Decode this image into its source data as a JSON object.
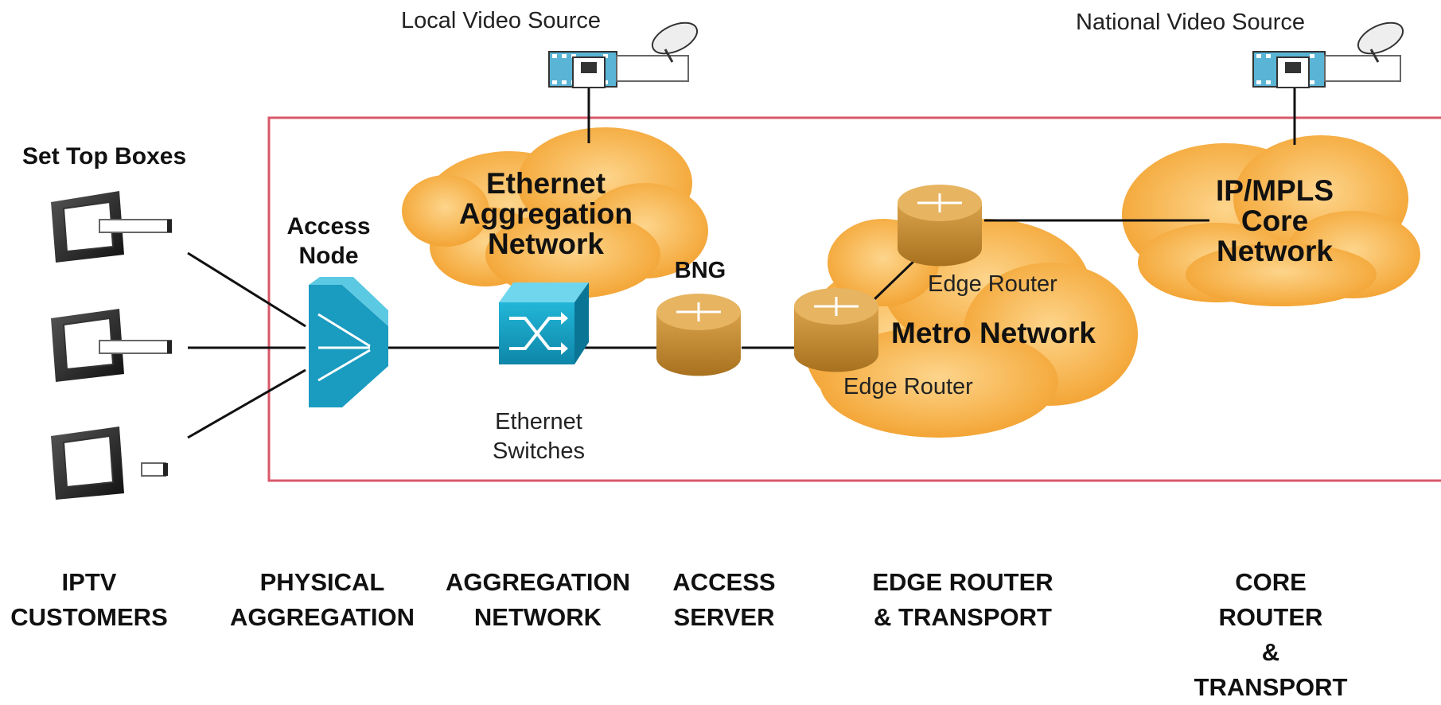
{
  "sources": {
    "local": "Local Video Source",
    "national": "National Video Source"
  },
  "customers": {
    "title": "Set Top Boxes"
  },
  "nodes": {
    "access_node": [
      "Access",
      "Node"
    ],
    "ethernet_switches": [
      "Ethernet",
      "Switches"
    ],
    "bng": "BNG",
    "edge_router_top": "Edge Router",
    "edge_router_bottom": "Edge Router"
  },
  "clouds": {
    "ethernet_aggregation": [
      "Ethernet",
      "Aggregation",
      "Network"
    ],
    "metro": "Metro Network",
    "core": [
      "IP/MPLS",
      "Core",
      "Network"
    ]
  },
  "tiers": [
    [
      "IPTV",
      "CUSTOMERS"
    ],
    [
      "PHYSICAL",
      "AGGREGATION"
    ],
    [
      "AGGREGATION",
      "NETWORK"
    ],
    [
      "ACCESS",
      "SERVER"
    ],
    [
      "EDGE ROUTER",
      "& TRANSPORT"
    ],
    [
      "CORE ROUTER",
      "& TRANSPORT"
    ]
  ],
  "colors": {
    "boundary": "#d8586a",
    "cloud": "#f5a93a",
    "router": "#d79a3c",
    "switch": "#1aa5c8"
  }
}
